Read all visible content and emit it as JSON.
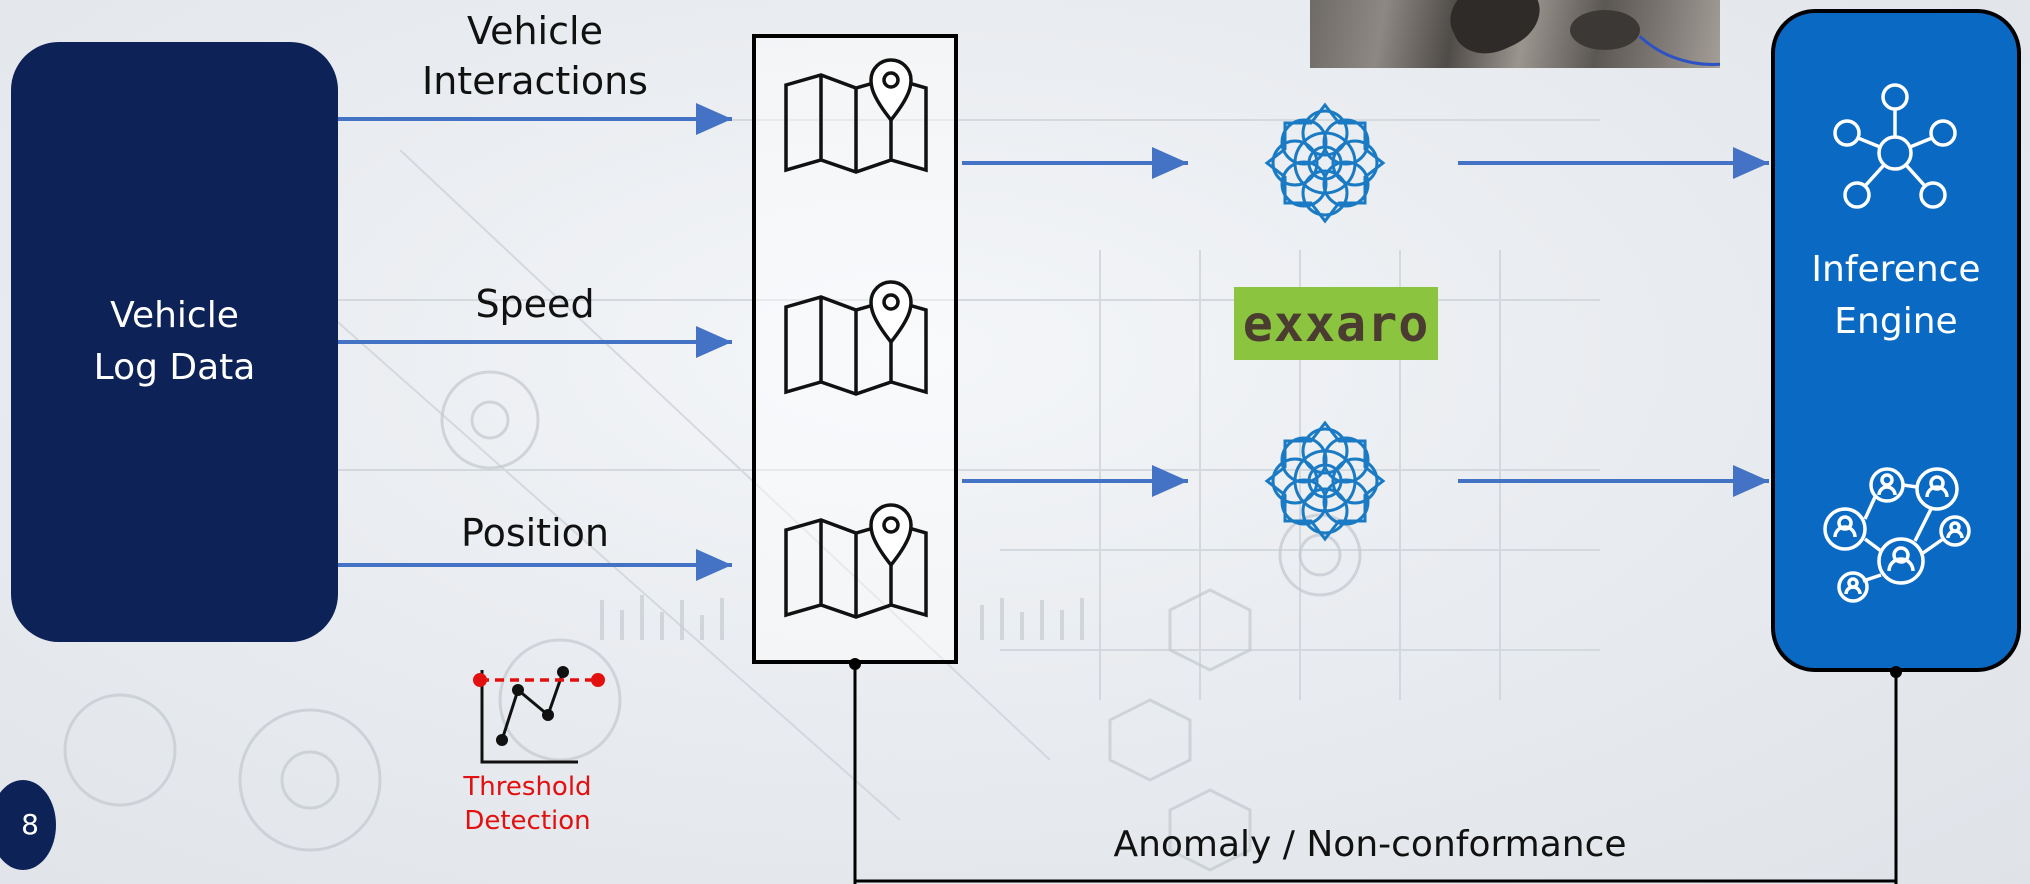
{
  "nodes": {
    "source": "Vehicle Log Data",
    "engine": "Inference Engine"
  },
  "inputs": [
    {
      "label": "Vehicle Interactions"
    },
    {
      "label": "Speed"
    },
    {
      "label": "Position"
    }
  ],
  "threshold": {
    "label": "Threshold Detection"
  },
  "feedback": {
    "label": "Anomaly / Non-conformance"
  },
  "logo": {
    "text": "exxaro"
  },
  "page": {
    "number": "8"
  },
  "colors": {
    "navy": "#0d2257",
    "engine_blue": "#0a6ac3",
    "arrow_blue": "#4472c4",
    "icon_blue": "#1a7bc4",
    "threshold_red": "#e31010",
    "logo_green": "#8bc53f"
  },
  "icons": {
    "maps": [
      "map-pin-icon",
      "map-pin-icon",
      "map-pin-icon"
    ],
    "ai": [
      "lotus-network-icon",
      "lotus-network-icon"
    ],
    "engine": [
      "hub-network-icon",
      "people-network-icon"
    ],
    "threshold": "threshold-chart-icon"
  }
}
